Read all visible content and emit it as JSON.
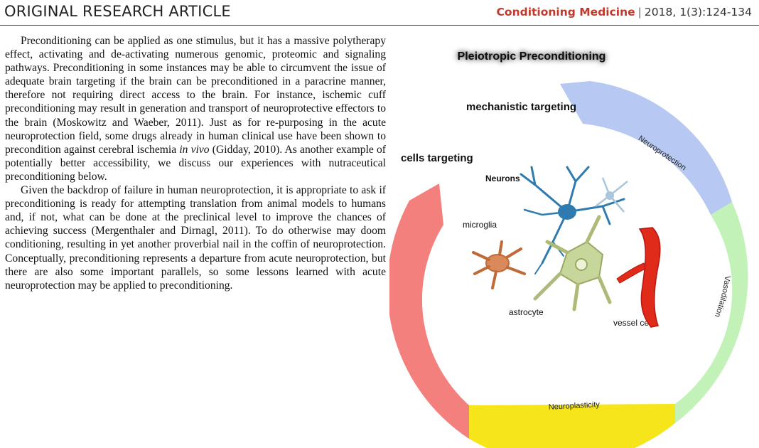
{
  "header": {
    "section": "ORIGINAL RESEARCH ARTICLE",
    "journal": "Conditioning Medicine",
    "separator": "|",
    "citation": "2018, 1(3):124-134"
  },
  "body": {
    "p1_a": "Preconditioning can be applied as one stimulus, but it has a massive polytherapy effect, activating and de-activating numerous genomic, proteomic and signaling pathways. Preconditioning in some instances may be able to circumvent the issue of adequate brain targeting if the brain can be preconditioned in a paracrine manner, therefore not requiring direct access to the brain. For instance, ischemic cuff preconditioning may result in generation and transport of neuroprotective effectors to the brain (Moskowitz and Waeber, 2011). Just as for re-purposing in the acute neuroprotection field, some drugs already in human clinical use have been shown to precondition against cerebral ischemia ",
    "p1_italic": "in vivo",
    "p1_b": " (Gidday, 2010). As another example of potentially better accessibility, we discuss our experiences with nutraceutical preconditioning below.",
    "p2": "Given the backdrop of failure in human neuroprotection, it is appropriate to ask if preconditioning is ready for attempting translation from animal models to humans and, if not, what can be done at the preclinical level to improve the chances of achieving success (Mergenthaler and Dirnagl, 2011). To do otherwise may doom conditioning, resulting in yet another proverbial nail in the coffin of neuroprotection. Conceptually, preconditioning represents a departure from acute neuroprotection, but there are also some important parallels, so some lessons learned with acute neuroprotection may be applied to preconditioning."
  },
  "figure": {
    "title": "Pleiotropic Preconditioning",
    "mechanistic_label": "mechanistic targeting",
    "cells_label": "cells targeting",
    "ring_labels": {
      "neuroprotection": "Neuroprotection",
      "vasodilation": "Vasodilation",
      "neuroplasticity": "Neuroplasticity"
    },
    "cell_labels": {
      "neurons": "Neurons",
      "microglia": "microglia",
      "astrocyte": "astrocyte",
      "vessel": "vessel cells"
    },
    "colors": {
      "neuroprotection": "#b7c8f2",
      "vasodilation": "#c2f2b8",
      "neuroplasticity": "#f7e51c",
      "cells": "#f4807d",
      "title_glow": "#e84040"
    }
  }
}
